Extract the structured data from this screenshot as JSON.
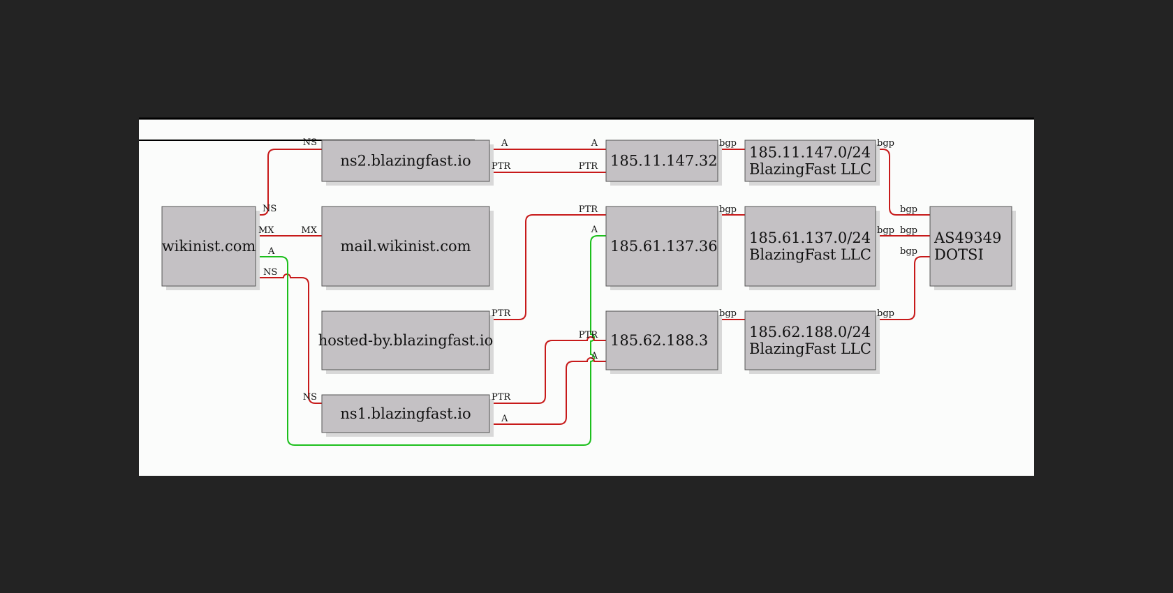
{
  "diagram": {
    "nodes": [
      {
        "id": "wikinist",
        "lines": [
          "wikinist.com"
        ]
      },
      {
        "id": "ns2",
        "lines": [
          "ns2.blazingfast.io"
        ]
      },
      {
        "id": "mail",
        "lines": [
          "mail.wikinist.com"
        ]
      },
      {
        "id": "hostedby",
        "lines": [
          "hosted-by.blazingfast.io"
        ]
      },
      {
        "id": "ns1",
        "lines": [
          "ns1.blazingfast.io"
        ]
      },
      {
        "id": "ip32",
        "lines": [
          "185.11.147.32"
        ]
      },
      {
        "id": "ip36",
        "lines": [
          "185.61.137.36"
        ]
      },
      {
        "id": "ip3",
        "lines": [
          "185.62.188.3"
        ]
      },
      {
        "id": "net147",
        "lines": [
          "185.11.147.0/24",
          "BlazingFast LLC"
        ]
      },
      {
        "id": "net137",
        "lines": [
          "185.61.137.0/24",
          "BlazingFast LLC"
        ]
      },
      {
        "id": "net188",
        "lines": [
          "185.62.188.0/24",
          "BlazingFast LLC"
        ]
      },
      {
        "id": "as",
        "lines": [
          "AS49349",
          "DOTSI"
        ]
      }
    ],
    "edges": [
      {
        "id": "wik-ns2",
        "color": "red",
        "labels": [
          "NS",
          "NS"
        ]
      },
      {
        "id": "wik-mail",
        "color": "red",
        "labels": [
          "MX",
          "MX"
        ]
      },
      {
        "id": "wik-ns1",
        "color": "red",
        "labels": [
          "NS",
          "NS"
        ]
      },
      {
        "id": "wik-ip36",
        "color": "green",
        "labels": [
          "A",
          "A"
        ]
      },
      {
        "id": "ns2-ip32-a",
        "color": "red",
        "labels": [
          "A",
          "A"
        ]
      },
      {
        "id": "ns2-ip32-ptr",
        "color": "red",
        "labels": [
          "PTR",
          "PTR"
        ]
      },
      {
        "id": "hosted-ip36",
        "color": "red",
        "labels": [
          "PTR",
          "PTR"
        ]
      },
      {
        "id": "ns1-ip3-ptr",
        "color": "red",
        "labels": [
          "PTR",
          "PTR"
        ]
      },
      {
        "id": "ns1-ip3-a",
        "color": "red",
        "labels": [
          "A",
          "A"
        ]
      },
      {
        "id": "ip32-net147",
        "color": "red",
        "labels": [
          "bgp"
        ]
      },
      {
        "id": "ip36-net137",
        "color": "red",
        "labels": [
          "bgp"
        ]
      },
      {
        "id": "ip3-net188",
        "color": "red",
        "labels": [
          "bgp"
        ]
      },
      {
        "id": "net147-as",
        "color": "red",
        "labels": [
          "bgp",
          "bgp"
        ]
      },
      {
        "id": "net137-as",
        "color": "red",
        "labels": [
          "bgp",
          "bgp"
        ]
      },
      {
        "id": "net188-as",
        "color": "red",
        "labels": [
          "bgp",
          "bgp"
        ]
      }
    ]
  },
  "colors": {
    "page_background": "#232323",
    "canvas_background": "#fbfcfb",
    "node_fill": "#c4c1c4",
    "edge_red": "#c71a1a",
    "edge_green": "#1cbf1c"
  }
}
